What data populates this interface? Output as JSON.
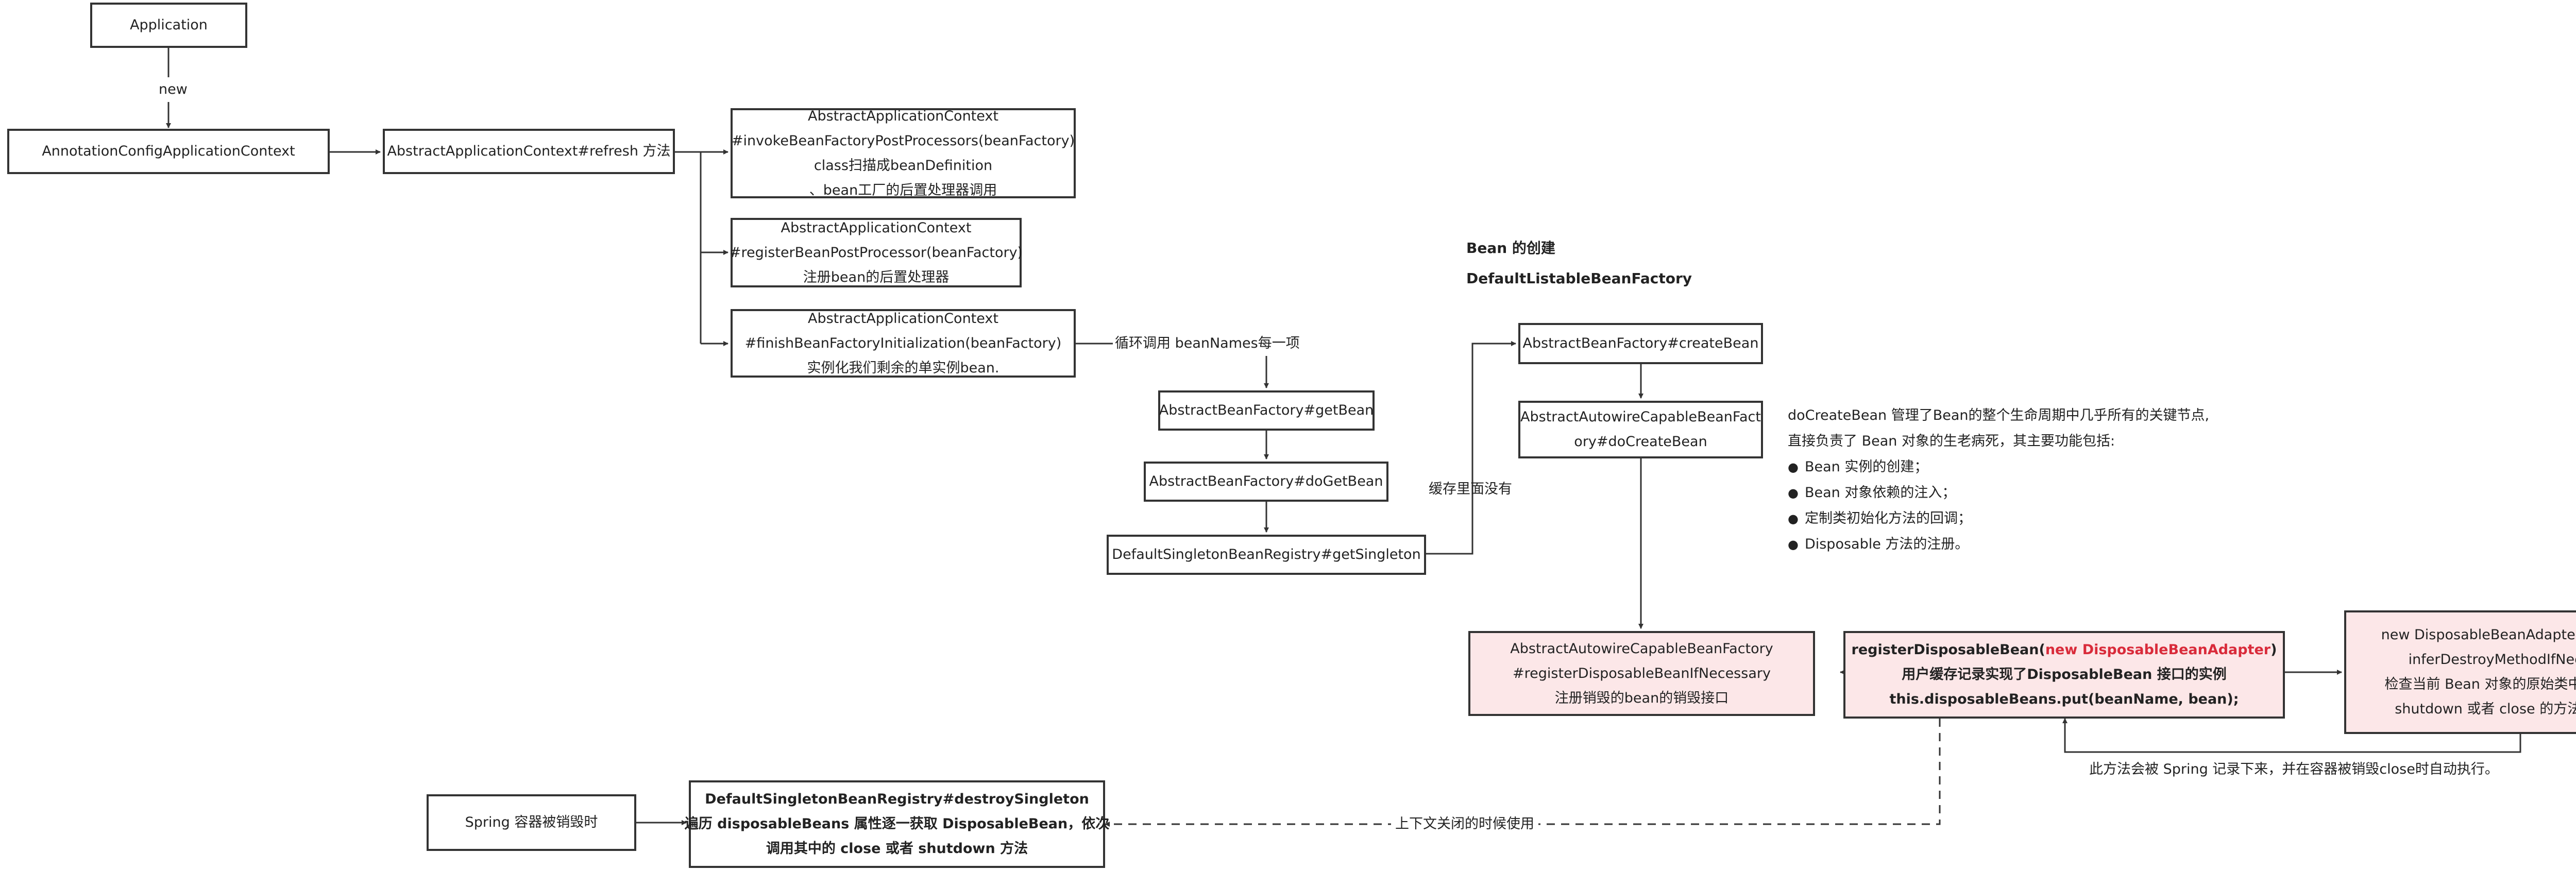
{
  "nodes": {
    "application": "Application",
    "annotation_ctx": "AnnotationConfigApplicationContext",
    "refresh": "AbstractApplicationContext#refresh 方法",
    "invoke_bfpp": [
      "AbstractApplicationContext",
      "#invokeBeanFactoryPostProcessors(beanFactory)",
      "class扫描成beanDefinition",
      "、bean工厂的后置处理器调用"
    ],
    "register_bpp": [
      "AbstractApplicationContext",
      "#registerBeanPostProcessor(beanFactory)",
      "注册bean的后置处理器"
    ],
    "finish_init": [
      "AbstractApplicationContext",
      "#finishBeanFactoryInitialization(beanFactory)",
      "实例化我们剩余的单实例bean."
    ],
    "get_bean": "AbstractBeanFactory#getBean",
    "do_get_bean": "AbstractBeanFactory#doGetBean",
    "get_singleton": "DefaultSingletonBeanRegistry#getSingleton",
    "create_bean": "AbstractBeanFactory#createBean",
    "do_create_bean": [
      "AbstractAutowireCapableBeanFact",
      "ory#doCreateBean"
    ],
    "register_if_necessary": [
      "AbstractAutowireCapableBeanFactory",
      "#registerDisposableBeanIfNecessary",
      "注册销毁的bean的销毁接口"
    ],
    "register_disposable": {
      "prefix": "registerDisposableBean(",
      "highlight": "new DisposableBeanAdapter",
      "suffix": ")",
      "line2": "用户缓存记录实现了DisposableBean 接口的实例",
      "line3": "this.disposableBeans.put(beanName, bean);"
    },
    "adapter_info": [
      "new DisposableBeanAdapter 的时候调用",
      "inferDestroyMethodIfNecessary",
      "检查当前 Bean 对象的原始类中是否有名为",
      "shutdown 或者 close 的方法，如果有,"
    ],
    "spring_destroy": "Spring 容器被销毁时",
    "destroy_singleton": [
      "DefaultSingletonBeanRegistry#destroySingleton",
      "遍历 disposableBeans 属性逐一获取 DisposableBean，依次",
      "调用其中的 close 或者 shutdown 方法"
    ]
  },
  "labels": {
    "new": "new",
    "loop": "循环调用 beanNames每一项",
    "cache_miss": "缓存里面没有",
    "context_close": "上下文关闭的时候使用",
    "auto_exec": "此方法会被 Spring 记录下来，并在容器被销毁close时自动执行。"
  },
  "headings": {
    "bean_create": "Bean 的创建",
    "listable_factory": "DefaultListableBeanFactory"
  },
  "description": {
    "line1": "doCreateBean 管理了Bean的整个生命周期中几乎所有的关键节点,",
    "line2": "直接负责了 Bean 对象的生老病死，其主要功能包括:",
    "bullets": [
      "Bean 实例的创建；",
      "Bean 对象依赖的注入；",
      "定制类初始化方法的回调；",
      "Disposable 方法的注册。"
    ]
  },
  "colors": {
    "line": "#333333",
    "pink_fill": "#fce7e8",
    "highlight": "#d92b3a"
  }
}
